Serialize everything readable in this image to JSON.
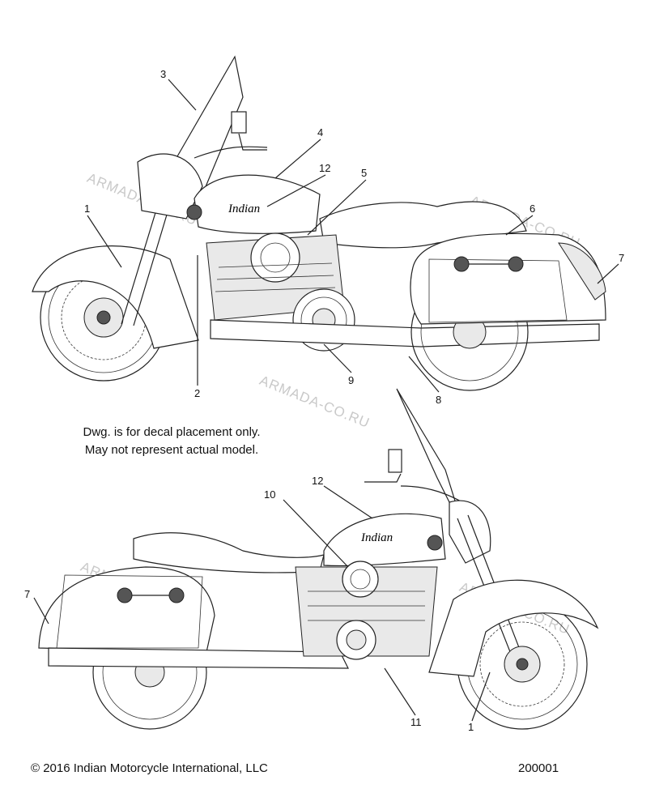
{
  "watermark": "ARMADA-CO.RU",
  "note": {
    "line1": "Dwg. is for decal placement only.",
    "line2": "May not represent actual model."
  },
  "footer": {
    "copyright": "© 2016 Indian Motorcycle International, LLC",
    "drawing_number": "200001"
  },
  "brand_script": "Indian",
  "top_view": {
    "callouts": [
      "1",
      "2",
      "3",
      "4",
      "12",
      "5",
      "6",
      "7",
      "8",
      "9"
    ]
  },
  "bottom_view": {
    "callouts": [
      "12",
      "10",
      "7",
      "1",
      "11"
    ]
  }
}
